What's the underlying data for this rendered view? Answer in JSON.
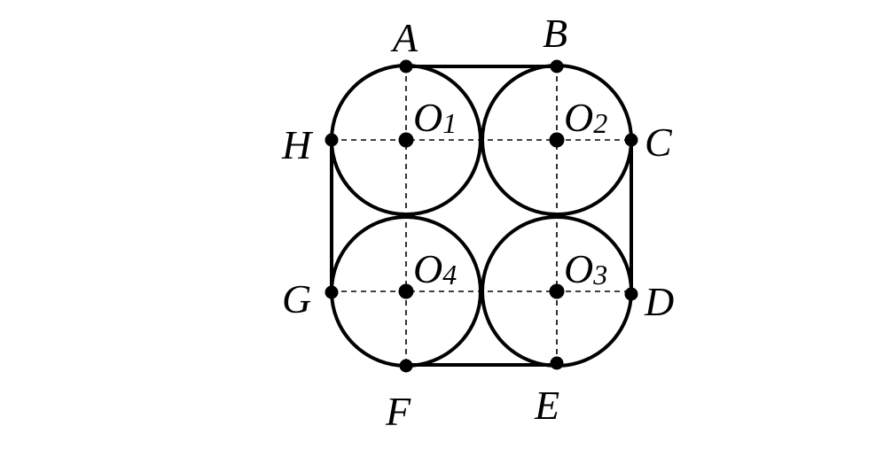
{
  "diagram": {
    "points": {
      "A": "A",
      "B": "B",
      "C": "C",
      "D": "D",
      "E": "E",
      "F": "F",
      "G": "G",
      "H": "H"
    },
    "centers": {
      "o1": {
        "letter": "O",
        "index": "1"
      },
      "o2": {
        "letter": "O",
        "index": "2"
      },
      "o3": {
        "letter": "O",
        "index": "3"
      },
      "o4": {
        "letter": "O",
        "index": "4"
      }
    }
  }
}
